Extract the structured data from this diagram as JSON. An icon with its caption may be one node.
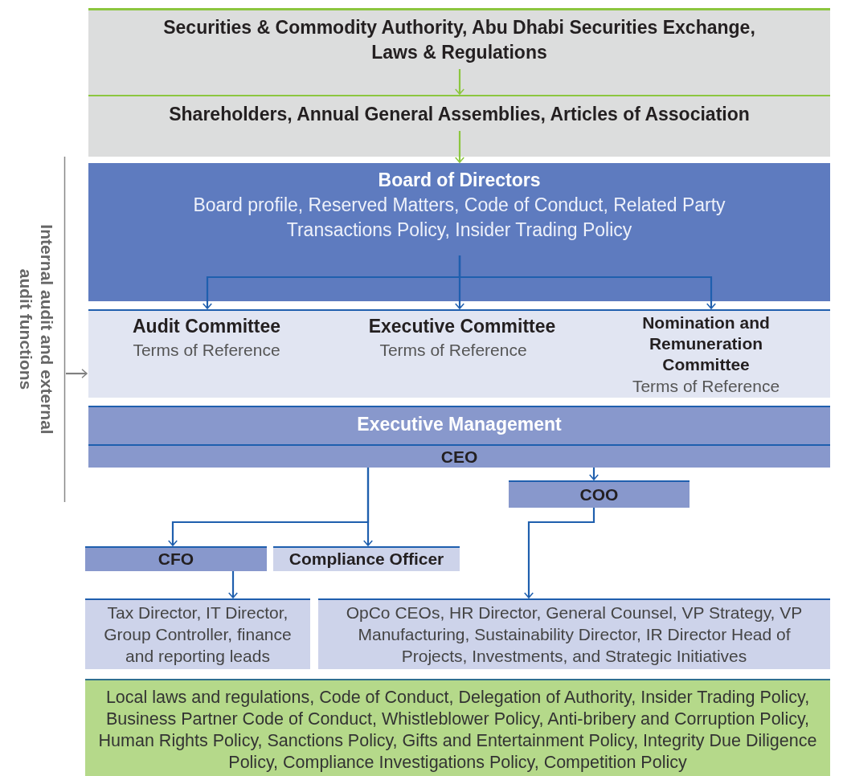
{
  "diagram": {
    "nodes": [
      {
        "text": [
          "Securities & Commodity Authority, Abu Dhabi Securities Exchange, Laws & Regulations"
        ]
      },
      {
        "text": [
          "Shareholders, Annual General Assemblies, Articles of Association"
        ]
      },
      {
        "text": [
          "Board of Directors",
          "Board profile, Reserved Matters, Code of Conduct, Related Party Transactions Policy, Insider Trading Policy"
        ]
      },
      {
        "text": [
          "Audit Committee",
          "Terms of Reference"
        ]
      },
      {
        "text": [
          "Executive Committee",
          "Terms of Reference"
        ]
      },
      {
        "text": [
          "Nomination and Remuneration Committee",
          "Terms of Reference"
        ]
      },
      {
        "text": [
          "Executive Management"
        ]
      },
      {
        "text": [
          "CEO"
        ],
        "in": 6
      },
      {
        "text": [
          "COO"
        ]
      },
      {
        "text": [
          "CFO"
        ]
      },
      {
        "text": [
          "Compliance Officer"
        ]
      },
      {
        "text": [
          "Tax Director, IT Director, Group Controller, finance and reporting leads"
        ]
      },
      {
        "text": [
          "OpCo CEOs, HR Director, General Counsel, VP Strategy, VP Manufacturing, Sustainability Director, IR Director Head of Projects, Investments, and Strategic Initiatives"
        ]
      },
      {
        "text": [
          "Local laws and regulations, Code of Conduct, Delegation of Authority, Insider Trading Policy, Business Partner Code of Conduct, Whistleblower Policy, Anti-bribery and Corruption Policy, Human Rights Policy, Sanctions Policy, Gifts and Entertainment Policy, Integrity Due Diligence Policy, Compliance Investigations Policy, Competition Policy"
        ]
      },
      {
        "text": [
          "Internal audit and external audit functions"
        ]
      }
    ],
    "edges": [
      {
        "from": 0,
        "to": 1,
        "arrow": "to",
        "color": "#8cc63f"
      },
      {
        "from": 1,
        "to": 2,
        "arrow": "to",
        "color": "#8cc63f"
      },
      {
        "from": 2,
        "to": 3,
        "arrow": "to"
      },
      {
        "from": 2,
        "to": 4,
        "arrow": "to"
      },
      {
        "from": 2,
        "to": 5,
        "arrow": "to"
      },
      {
        "from": 14,
        "to": 3,
        "arrow": "to",
        "color": "#808080"
      },
      {
        "from": 7,
        "to": 8,
        "arrow": "to"
      },
      {
        "from": 7,
        "to": 9,
        "arrow": "to"
      },
      {
        "from": 7,
        "to": 10,
        "arrow": "to"
      },
      {
        "from": 8,
        "to": 12,
        "arrow": "to"
      },
      {
        "from": 9,
        "to": 11,
        "arrow": "to"
      }
    ]
  }
}
